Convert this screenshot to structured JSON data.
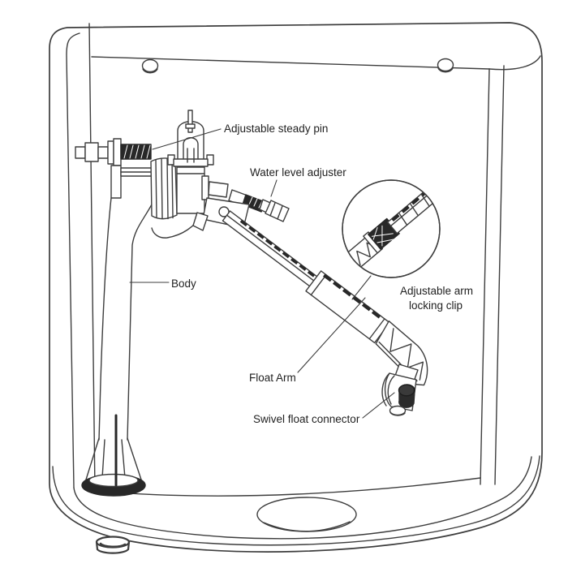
{
  "diagram": {
    "labels": {
      "steady_pin": "Adjustable steady pin",
      "water_level_adjuster": "Water level adjuster",
      "arm_locking_clip_line1": "Adjustable arm",
      "arm_locking_clip_line2": "locking clip",
      "body": "Body",
      "float_arm": "Float Arm",
      "swivel_connector": "Swivel float connector"
    },
    "colors": {
      "line": "#3d3d3d",
      "text": "#1f1f1f",
      "dark_fill": "#282828",
      "background": "#ffffff"
    }
  }
}
